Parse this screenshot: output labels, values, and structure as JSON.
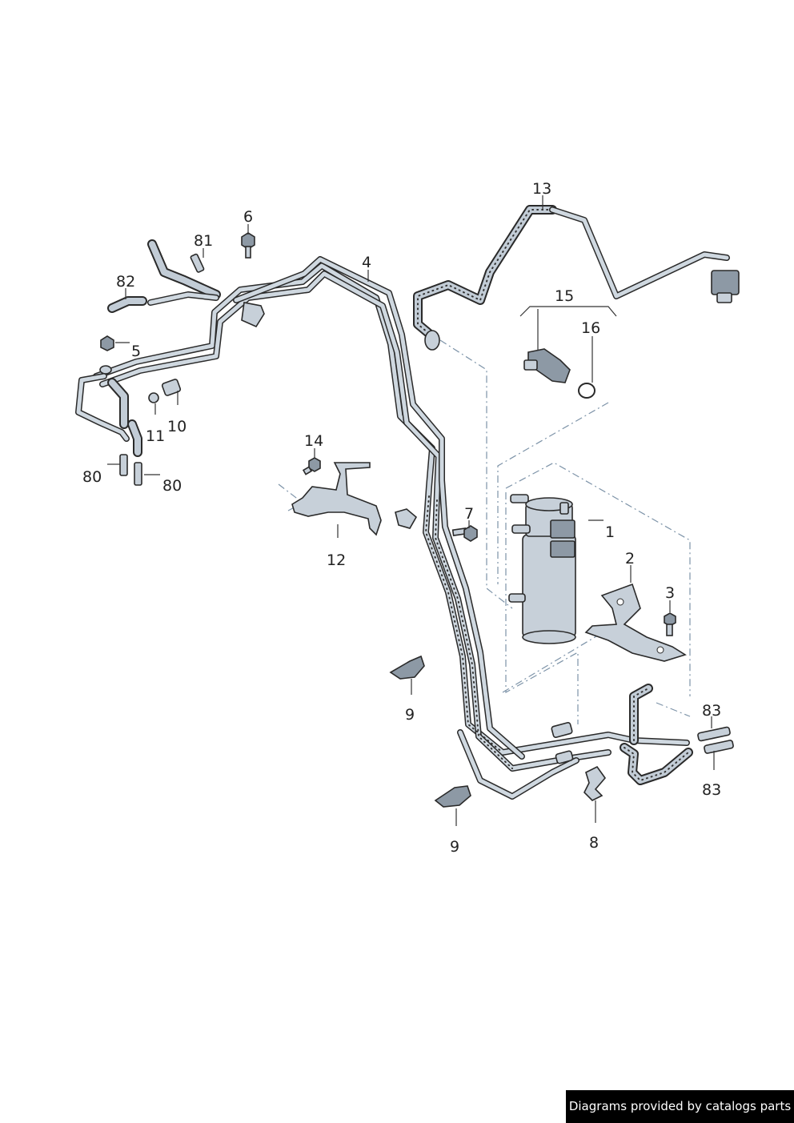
{
  "callouts": [
    {
      "id": "1",
      "text": "1"
    },
    {
      "id": "2",
      "text": "2"
    },
    {
      "id": "3",
      "text": "3"
    },
    {
      "id": "4",
      "text": "4"
    },
    {
      "id": "5",
      "text": "5"
    },
    {
      "id": "6",
      "text": "6"
    },
    {
      "id": "7",
      "text": "7"
    },
    {
      "id": "8",
      "text": "8"
    },
    {
      "id": "9a",
      "text": "9"
    },
    {
      "id": "9b",
      "text": "9"
    },
    {
      "id": "10",
      "text": "10"
    },
    {
      "id": "11",
      "text": "11"
    },
    {
      "id": "12",
      "text": "12"
    },
    {
      "id": "13",
      "text": "13"
    },
    {
      "id": "14",
      "text": "14"
    },
    {
      "id": "15",
      "text": "15"
    },
    {
      "id": "16",
      "text": "16"
    },
    {
      "id": "80a",
      "text": "80"
    },
    {
      "id": "80b",
      "text": "80"
    },
    {
      "id": "81",
      "text": "81"
    },
    {
      "id": "82",
      "text": "82"
    },
    {
      "id": "83a",
      "text": "83"
    },
    {
      "id": "83b",
      "text": "83"
    }
  ],
  "credit": "Diagrams provided by catalogs parts"
}
